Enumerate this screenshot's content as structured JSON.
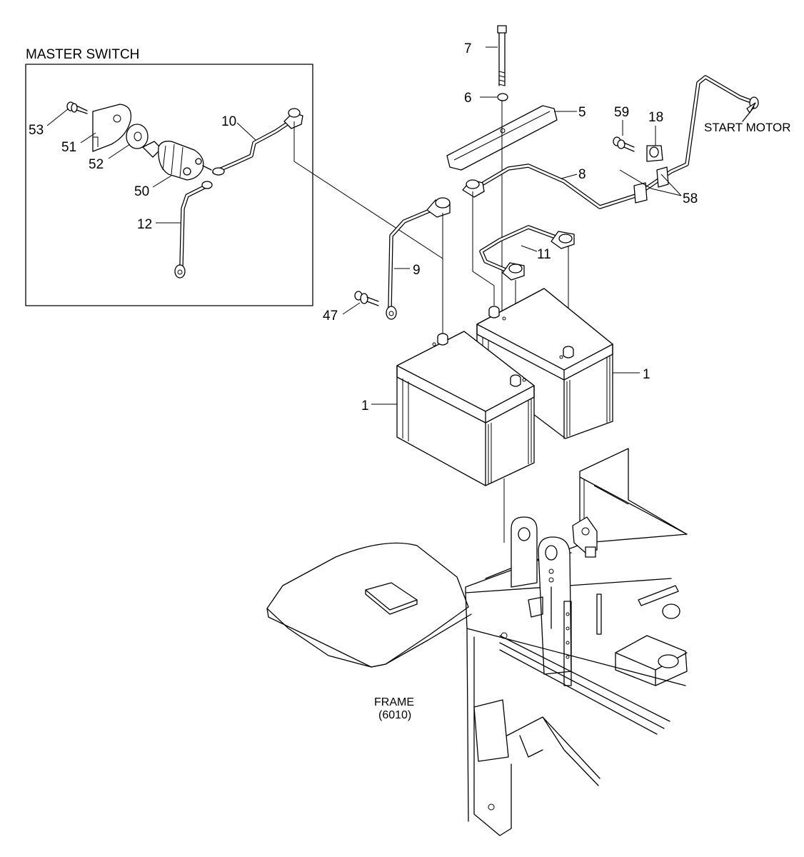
{
  "titles": {
    "master_switch": "MASTER SWITCH",
    "start_motor": "START MOTOR",
    "frame_line1": "FRAME",
    "frame_line2": "(6010)"
  },
  "callouts": {
    "p1a": "1",
    "p1b": "1",
    "p5": "5",
    "p6": "6",
    "p7": "7",
    "p8": "8",
    "p9": "9",
    "p10": "10",
    "p11": "11",
    "p12": "12",
    "p18": "18",
    "p47": "47",
    "p50": "50",
    "p51": "51",
    "p52": "52",
    "p53": "53",
    "p58": "58",
    "p59": "59"
  }
}
